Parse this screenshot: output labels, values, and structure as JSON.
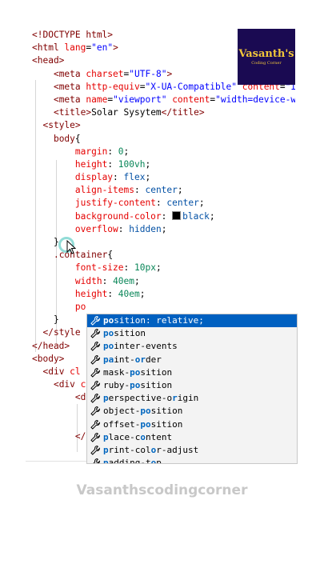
{
  "code_lines": [
    [
      {
        "c": "tag",
        "t": "<!DOCTYPE html>"
      }
    ],
    [
      {
        "c": "tag",
        "t": "<html "
      },
      {
        "c": "attr",
        "t": "lang"
      },
      {
        "c": "txt",
        "t": "="
      },
      {
        "c": "val",
        "t": "\"en\""
      },
      {
        "c": "tag",
        "t": ">"
      }
    ],
    [
      {
        "c": "tag",
        "t": "<head>"
      }
    ],
    [
      {
        "c": "txt",
        "t": "    "
      },
      {
        "c": "tag",
        "t": "<meta "
      },
      {
        "c": "attr",
        "t": "charset"
      },
      {
        "c": "txt",
        "t": "="
      },
      {
        "c": "val",
        "t": "\"UTF-8\""
      },
      {
        "c": "tag",
        "t": ">"
      }
    ],
    [
      {
        "c": "txt",
        "t": "    "
      },
      {
        "c": "tag",
        "t": "<meta "
      },
      {
        "c": "attr",
        "t": "http-equiv"
      },
      {
        "c": "txt",
        "t": "="
      },
      {
        "c": "val",
        "t": "\"X-UA-Compatible\""
      },
      {
        "c": "txt",
        "t": " "
      },
      {
        "c": "attr",
        "t": "content"
      },
      {
        "c": "txt",
        "t": "="
      },
      {
        "c": "val",
        "t": "\"IE"
      }
    ],
    [
      {
        "c": "txt",
        "t": "    "
      },
      {
        "c": "tag",
        "t": "<meta "
      },
      {
        "c": "attr",
        "t": "name"
      },
      {
        "c": "txt",
        "t": "="
      },
      {
        "c": "val",
        "t": "\"viewport\""
      },
      {
        "c": "txt",
        "t": " "
      },
      {
        "c": "attr",
        "t": "content"
      },
      {
        "c": "txt",
        "t": "="
      },
      {
        "c": "val",
        "t": "\"width=device-wi"
      }
    ],
    [
      {
        "c": "txt",
        "t": "    "
      },
      {
        "c": "tag",
        "t": "<title>"
      },
      {
        "c": "txt",
        "t": "Solar Sysytem"
      },
      {
        "c": "tag",
        "t": "</title>"
      }
    ],
    [
      {
        "c": "txt",
        "t": "  "
      },
      {
        "c": "tag",
        "t": "<style>"
      }
    ],
    [
      {
        "c": "txt",
        "t": "    "
      },
      {
        "c": "sel",
        "t": "body"
      },
      {
        "c": "punc",
        "t": "{"
      }
    ],
    [
      {
        "c": "txt",
        "t": "        "
      },
      {
        "c": "prop",
        "t": "margin"
      },
      {
        "c": "punc",
        "t": ": "
      },
      {
        "c": "num",
        "t": "0"
      },
      {
        "c": "punc",
        "t": ";"
      }
    ],
    [
      {
        "c": "txt",
        "t": "        "
      },
      {
        "c": "prop",
        "t": "height"
      },
      {
        "c": "punc",
        "t": ": "
      },
      {
        "c": "num",
        "t": "100vh"
      },
      {
        "c": "punc",
        "t": ";"
      }
    ],
    [
      {
        "c": "txt",
        "t": "        "
      },
      {
        "c": "prop",
        "t": "display"
      },
      {
        "c": "punc",
        "t": ": "
      },
      {
        "c": "pv",
        "t": "flex"
      },
      {
        "c": "punc",
        "t": ";"
      }
    ],
    [
      {
        "c": "txt",
        "t": "        "
      },
      {
        "c": "prop",
        "t": "align-items"
      },
      {
        "c": "punc",
        "t": ": "
      },
      {
        "c": "pv",
        "t": "center"
      },
      {
        "c": "punc",
        "t": ";"
      }
    ],
    [
      {
        "c": "txt",
        "t": "        "
      },
      {
        "c": "prop",
        "t": "justify-content"
      },
      {
        "c": "punc",
        "t": ": "
      },
      {
        "c": "pv",
        "t": "center"
      },
      {
        "c": "punc",
        "t": ";"
      }
    ],
    [
      {
        "c": "txt",
        "t": "        "
      },
      {
        "c": "prop",
        "t": "background-color"
      },
      {
        "c": "punc",
        "t": ": "
      },
      {
        "c": "swatch",
        "t": ""
      },
      {
        "c": "pv",
        "t": "black"
      },
      {
        "c": "punc",
        "t": ";"
      }
    ],
    [
      {
        "c": "txt",
        "t": "        "
      },
      {
        "c": "prop",
        "t": "overflow"
      },
      {
        "c": "punc",
        "t": ": "
      },
      {
        "c": "pv",
        "t": "hidden"
      },
      {
        "c": "punc",
        "t": ";"
      }
    ],
    [
      {
        "c": "txt",
        "t": "    "
      },
      {
        "c": "punc",
        "t": "}"
      }
    ],
    [
      {
        "c": "txt",
        "t": "    "
      },
      {
        "c": "sel",
        "t": ".container"
      },
      {
        "c": "punc",
        "t": "{"
      }
    ],
    [
      {
        "c": "txt",
        "t": "        "
      },
      {
        "c": "prop",
        "t": "font-size"
      },
      {
        "c": "punc",
        "t": ": "
      },
      {
        "c": "num",
        "t": "10px"
      },
      {
        "c": "punc",
        "t": ";"
      }
    ],
    [
      {
        "c": "txt",
        "t": "        "
      },
      {
        "c": "prop",
        "t": "width"
      },
      {
        "c": "punc",
        "t": ": "
      },
      {
        "c": "num",
        "t": "40em"
      },
      {
        "c": "punc",
        "t": ";"
      }
    ],
    [
      {
        "c": "txt",
        "t": "        "
      },
      {
        "c": "prop",
        "t": "height"
      },
      {
        "c": "punc",
        "t": ": "
      },
      {
        "c": "num",
        "t": "40em"
      },
      {
        "c": "punc",
        "t": ";"
      }
    ],
    [
      {
        "c": "txt",
        "t": "        "
      },
      {
        "c": "prop",
        "t": "po"
      }
    ],
    [
      {
        "c": "txt",
        "t": "    "
      },
      {
        "c": "punc",
        "t": "}"
      }
    ],
    [
      {
        "c": "txt",
        "t": "  "
      },
      {
        "c": "tag",
        "t": "</style"
      }
    ],
    [
      {
        "c": "tag",
        "t": "</head>"
      }
    ],
    [
      {
        "c": "tag",
        "t": "<body>"
      }
    ],
    [
      {
        "c": "txt",
        "t": "  "
      },
      {
        "c": "tag",
        "t": "<div "
      },
      {
        "c": "attr",
        "t": "cl"
      }
    ],
    [
      {
        "c": "txt",
        "t": "    "
      },
      {
        "c": "tag",
        "t": "<div "
      },
      {
        "c": "attr",
        "t": "c"
      }
    ],
    [
      {
        "c": "txt",
        "t": "        "
      },
      {
        "c": "tag",
        "t": "<d"
      }
    ],
    [
      {
        "c": "txt",
        "t": ""
      }
    ],
    [
      {
        "c": "txt",
        "t": ""
      }
    ],
    [
      {
        "c": "txt",
        "t": "        "
      },
      {
        "c": "tag",
        "t": "</"
      }
    ]
  ],
  "autocomplete": {
    "items": [
      {
        "pre": "po",
        "rest": "sition: relative;",
        "active": true
      },
      {
        "pre": "po",
        "rest": "sition",
        "active": false
      },
      {
        "pre": "po",
        "rest": "inter-events",
        "active": false
      },
      {
        "pre": "",
        "rest": "paint-order",
        "active": false,
        "hl": [
          0,
          1,
          6,
          7
        ]
      },
      {
        "pre": "",
        "rest": "mask-position",
        "active": false,
        "hl": [
          5,
          6
        ]
      },
      {
        "pre": "",
        "rest": "ruby-position",
        "active": false,
        "hl": [
          5,
          6
        ]
      },
      {
        "pre": "",
        "rest": "perspective-origin",
        "active": false,
        "hl": [
          0,
          13
        ]
      },
      {
        "pre": "",
        "rest": "object-position",
        "active": false,
        "hl": [
          7,
          8
        ]
      },
      {
        "pre": "",
        "rest": "offset-position",
        "active": false,
        "hl": [
          7,
          8
        ]
      },
      {
        "pre": "",
        "rest": "place-content",
        "active": false,
        "hl": [
          0,
          7
        ]
      },
      {
        "pre": "",
        "rest": "print-color-adjust",
        "active": false,
        "hl": [
          0,
          9
        ]
      },
      {
        "pre": "",
        "rest": "padding-top",
        "active": false,
        "hl": [
          0,
          9
        ]
      }
    ]
  },
  "logo": {
    "title": "Vasanth's",
    "subtitle": "Coding Corner"
  },
  "watermark": "Vasanthscodingcorner",
  "colors": {
    "selection": "#0060c0",
    "match": "#0066bf",
    "logo_bg": "#1a0a52"
  }
}
